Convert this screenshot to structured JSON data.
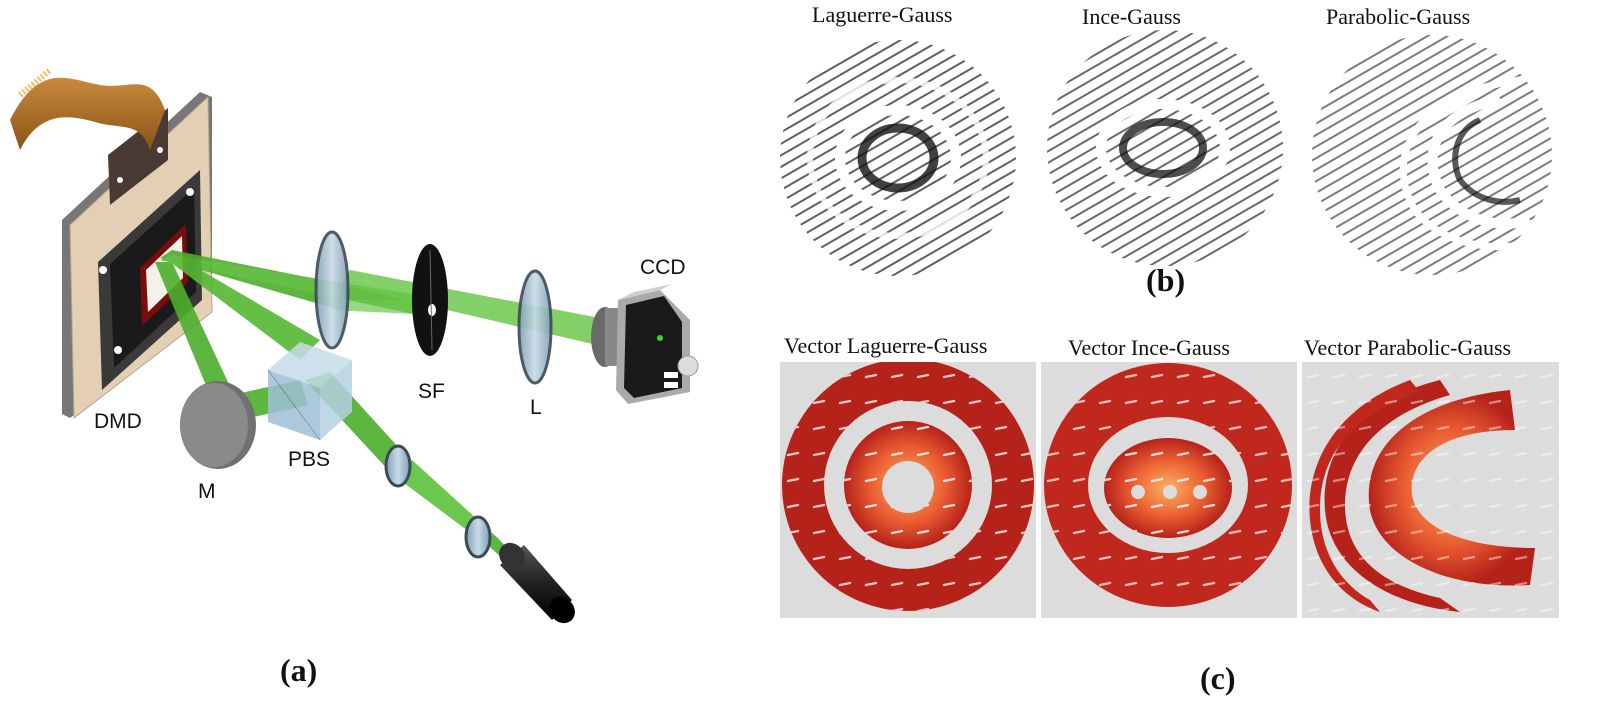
{
  "setup": {
    "labels": {
      "dmd": "DMD",
      "mirror": "M",
      "pbs": "PBS",
      "spatial_filter": "SF",
      "lens": "L",
      "camera": "CCD"
    },
    "panel_label": "(a)"
  },
  "holograms": {
    "panel_label": "(b)",
    "titles": [
      "Laguerre-Gauss",
      "Ince-Gauss",
      "Parabolic-Gauss"
    ]
  },
  "vector_modes": {
    "panel_label": "(c)",
    "titles": [
      "Vector Laguerre-Gauss",
      "Vector Ince-Gauss",
      "Vector Parabolic-Gauss"
    ]
  },
  "colors": {
    "beam": "#4caf2c",
    "dmd_board": "#e3cfb4",
    "field_dark": "#b5221a",
    "field_bright": "#ff9a3c",
    "background_gray": "#dcdcdc"
  }
}
